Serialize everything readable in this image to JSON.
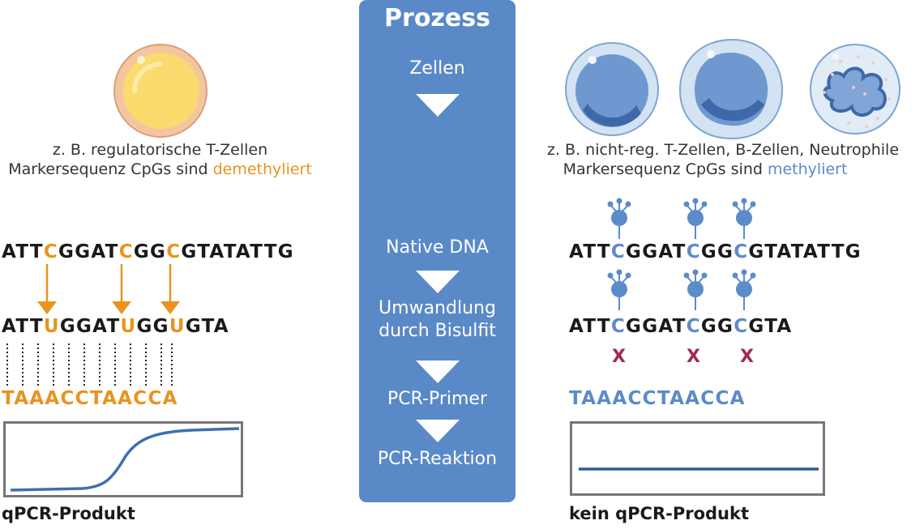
{
  "center": {
    "title": "Prozess",
    "steps": [
      "Zellen",
      "Native DNA",
      "Umwandlung durch Bisulfit",
      "PCR-Primer",
      "PCR-Reaktion"
    ],
    "color": "#5A89C8"
  },
  "left": {
    "caption_line1": "z. B. regulatorische T-Zellen",
    "caption_prefix": "Markersequenz CpGs sind ",
    "caption_status": "demethyliert",
    "seq1": [
      "ATT",
      "C",
      "GGAT",
      "C",
      "GG",
      "C",
      "GTATATTG"
    ],
    "seq2": [
      "ATT",
      "U",
      "GGAT",
      "U",
      "GG",
      "U",
      "GTA"
    ],
    "primer": "TAAACCTAACCA",
    "result": "qPCR-Produkt",
    "accent": "#E8941F"
  },
  "right": {
    "caption_line1": "z. B. nicht-reg. T-Zellen, B-Zellen, Neutrophile",
    "caption_prefix": "Markersequenz CpGs sind ",
    "caption_status": "methyliert",
    "seq1": [
      "ATT",
      "C",
      "GGAT",
      "C",
      "GG",
      "C",
      "GTATATTG"
    ],
    "seq2": [
      "ATT",
      "C",
      "GGAT",
      "C",
      "GG",
      "C",
      "GTA"
    ],
    "mismatch": "X",
    "primer": "TAAACCTAACCA",
    "result": "kein qPCR-Produkt",
    "accent": "#5B8BC9"
  }
}
